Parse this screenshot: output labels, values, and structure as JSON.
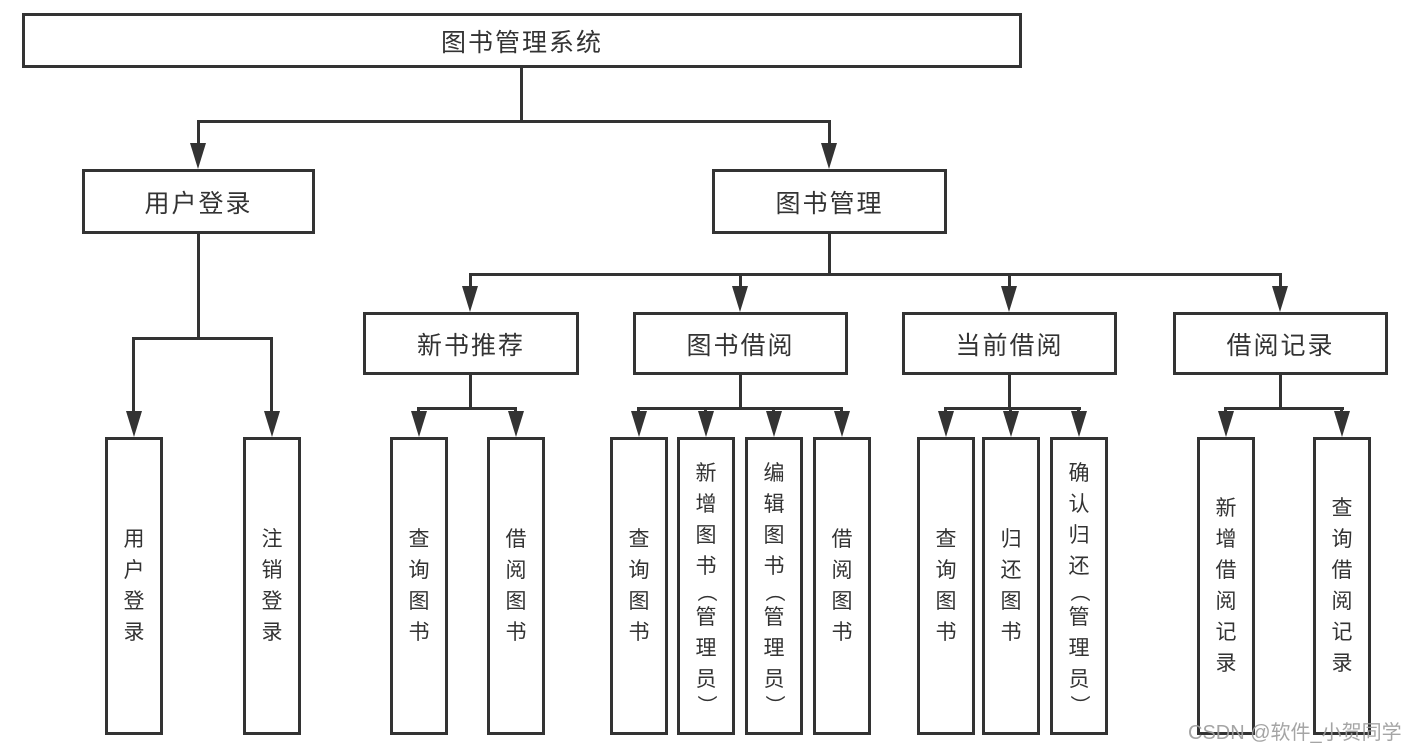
{
  "colors": {
    "line": "#333333",
    "text": "#333333",
    "background": "#ffffff",
    "watermark": "#9e9e9e"
  },
  "tree": {
    "root": {
      "label": "图书管理系统"
    },
    "level2": [
      {
        "label": "用户登录",
        "leaves": [
          "用户登录",
          "注销登录"
        ]
      },
      {
        "label": "图书管理",
        "modules": [
          {
            "label": "新书推荐",
            "leaves": [
              "查询图书",
              "借阅图书"
            ]
          },
          {
            "label": "图书借阅",
            "leaves": [
              "查询图书",
              "新增图书（管理员）",
              "编辑图书（管理员）",
              "借阅图书"
            ]
          },
          {
            "label": "当前借阅",
            "leaves": [
              "查询图书",
              "归还图书",
              "确认归还（管理员）"
            ]
          },
          {
            "label": "借阅记录",
            "leaves": [
              "新增借阅记录",
              "查询借阅记录"
            ]
          }
        ]
      }
    ]
  },
  "watermark": {
    "text": "CSDN @软件_小贺同学"
  }
}
